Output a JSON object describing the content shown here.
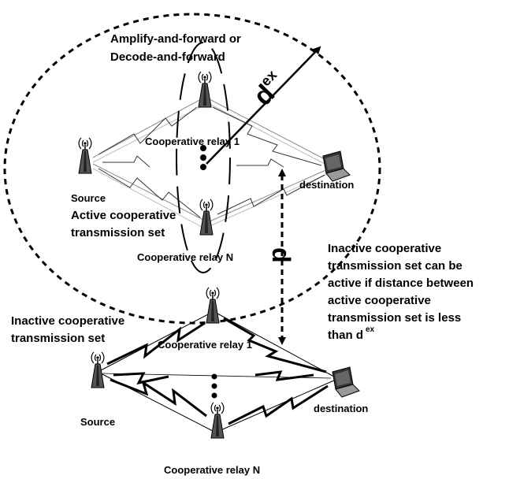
{
  "labels": {
    "af_df_line1": "Amplify-and-forward or",
    "af_df_line2": "Decode-and-forward",
    "d_ex_base": "d",
    "d_ex_sup": "ex",
    "d_label": "d",
    "top_relay1": "Cooperative relay 1",
    "top_relayN": "Cooperative relay N",
    "top_source": "Source",
    "top_destination": "destination",
    "active_set_line1": "Active cooperative",
    "active_set_line2": "transmission set",
    "inactive_set_line1": "Inactive cooperative",
    "inactive_set_line2": "transmission set",
    "note_line1": "Inactive cooperative",
    "note_line2": "transmission set can be",
    "note_line3": "active if distance between",
    "note_line4": "active cooperative",
    "note_line5": "transmission set is less",
    "note_line6_prefix": "than d",
    "note_line6_sup": "ex",
    "bottom_relay1": "Cooperative relay 1",
    "bottom_relayN": "Cooperative relay N",
    "bottom_source": "Source",
    "bottom_destination": "destination"
  },
  "icons": {
    "tower": "radio-tower-icon",
    "laptop": "laptop-icon"
  }
}
